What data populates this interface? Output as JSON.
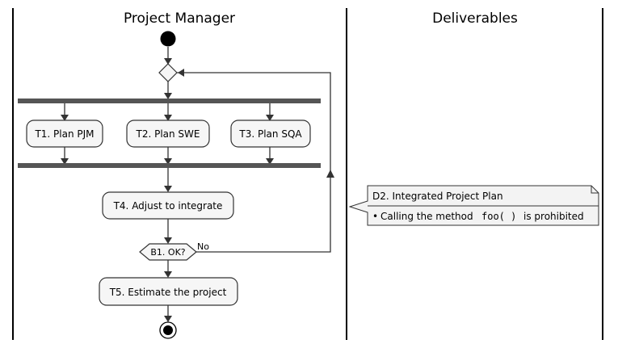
{
  "swimlanes": {
    "project_manager": "Project Manager",
    "deliverables": "Deliverables"
  },
  "tasks": {
    "t1": "T1. Plan PJM",
    "t2": "T2. Plan SWE",
    "t3": "T3. Plan SQA",
    "t4": "T4. Adjust to integrate",
    "t5": "T5. Estimate the project"
  },
  "branch": {
    "label": "B1. OK?",
    "no_label": "No"
  },
  "note": {
    "title": "D2. Integrated Project Plan",
    "bullet": "•",
    "text_prefix": "Calling the method",
    "code": "foo(  )",
    "text_suffix": "is prohibited"
  },
  "colors": {
    "node_fill": "#F6F6F6",
    "stroke": "#333333",
    "fork_bar": "#555555",
    "note_fill": "#F3F3F3"
  }
}
